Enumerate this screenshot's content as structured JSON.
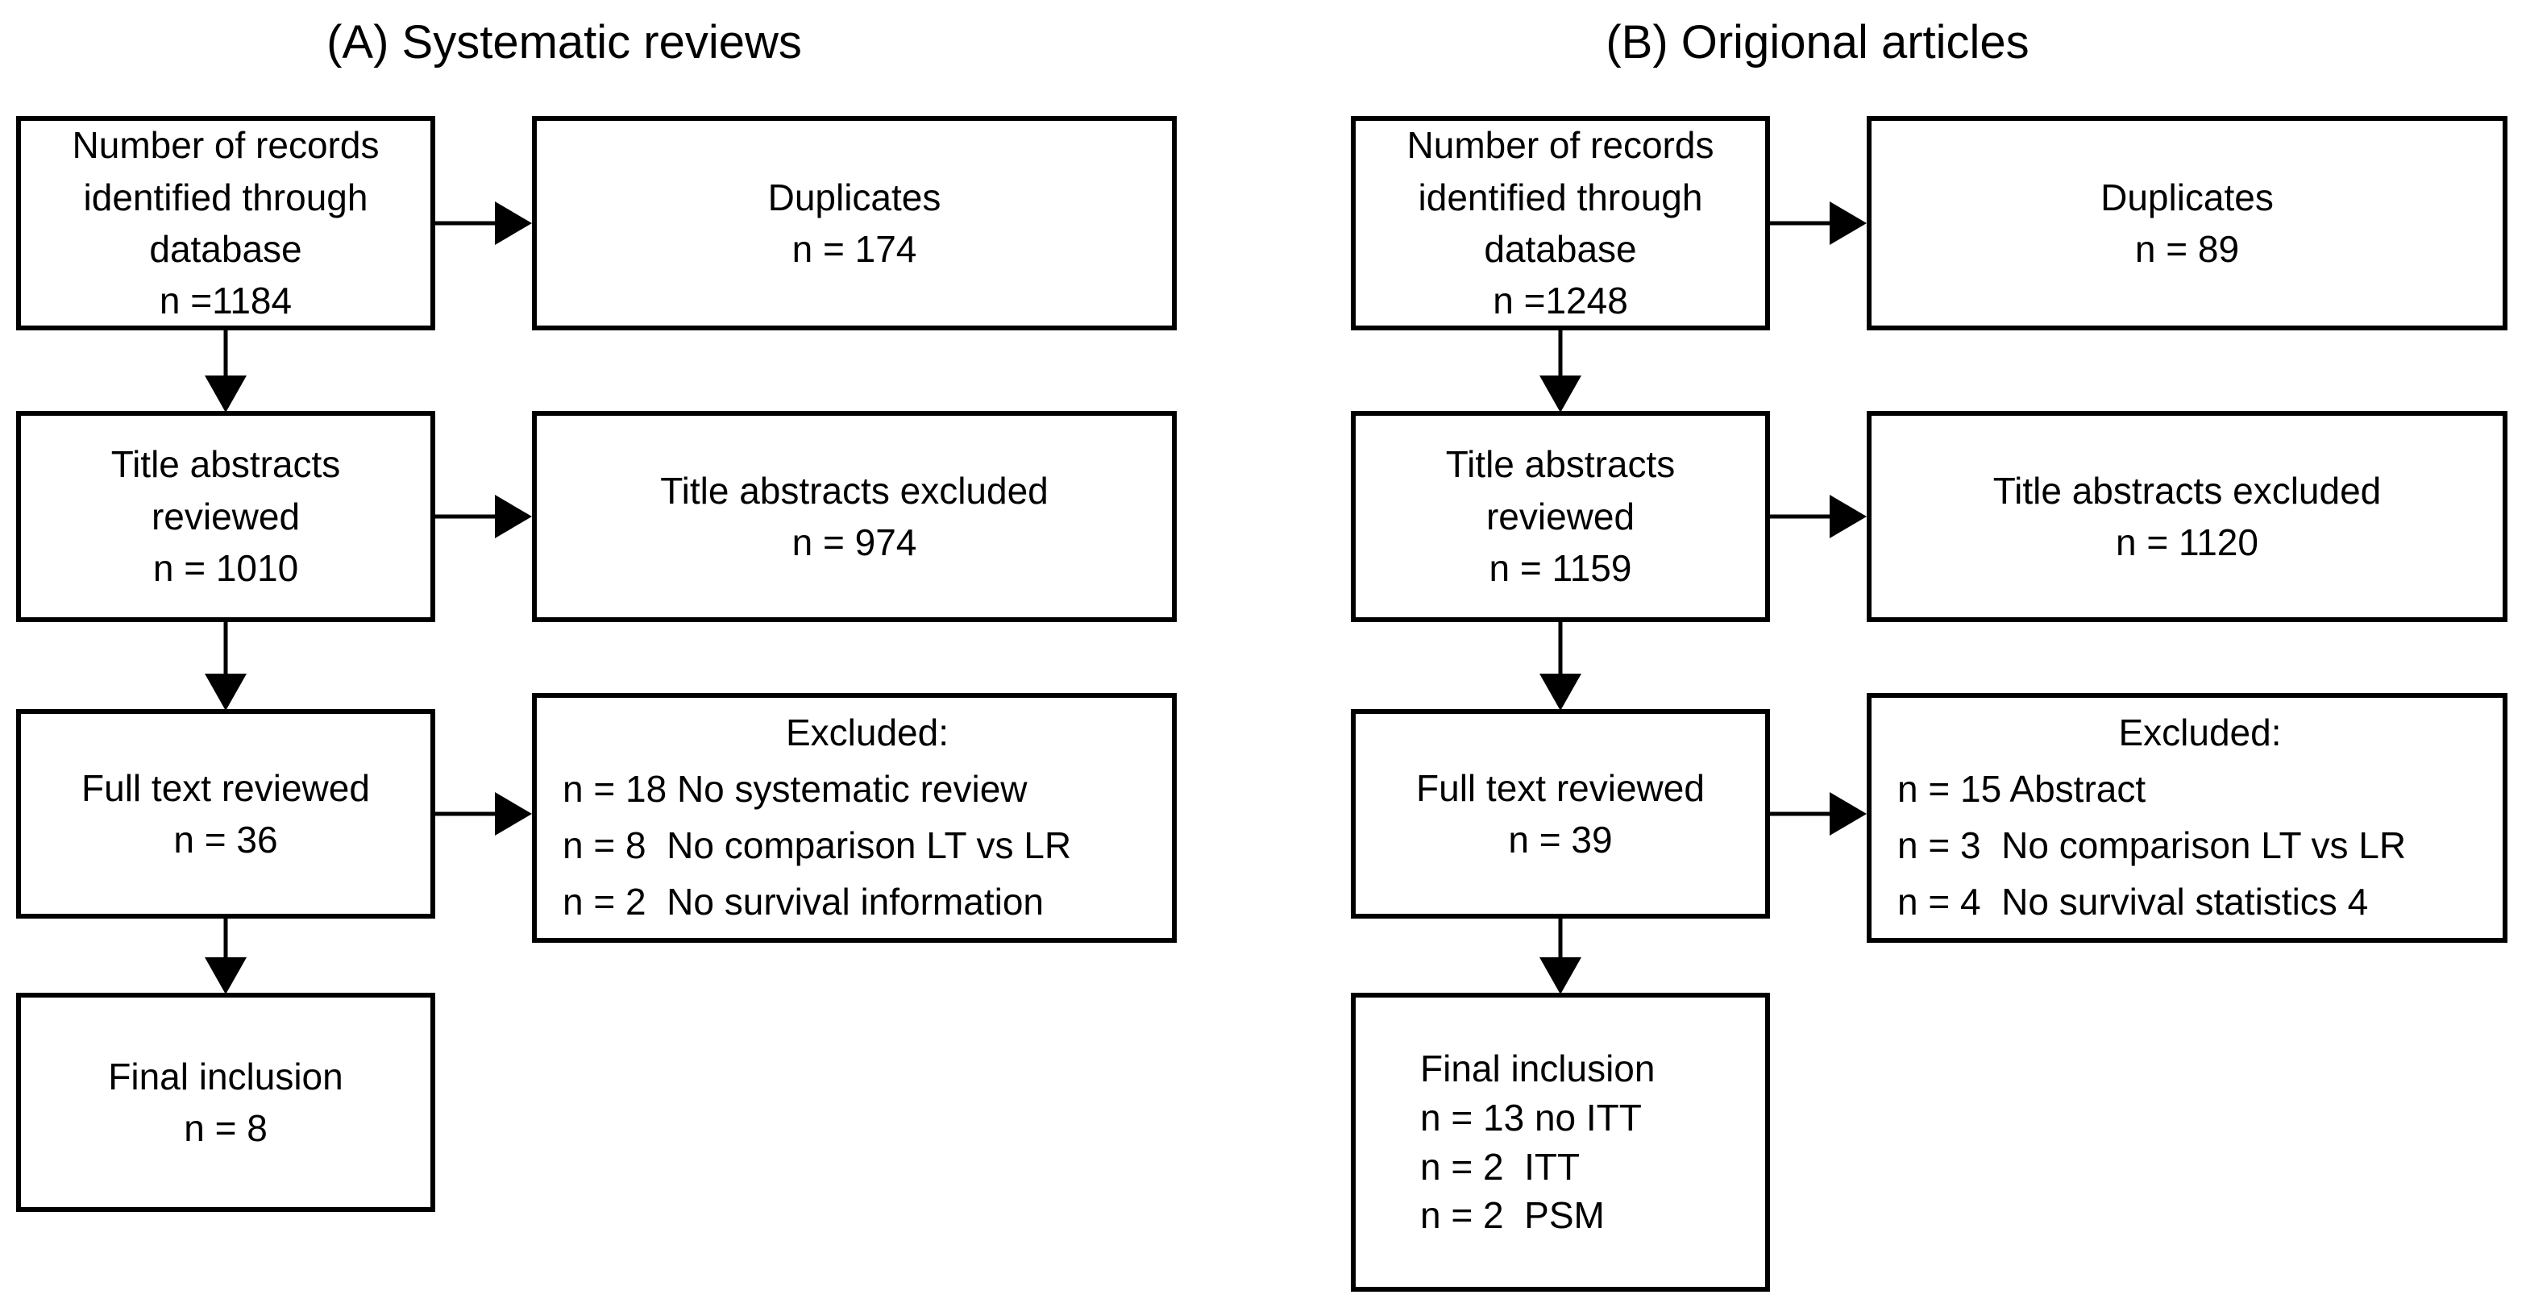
{
  "panel_a": {
    "title": "(A) Systematic reviews",
    "records": [
      "Number of records",
      "identified through",
      "database",
      "n =1184"
    ],
    "duplicates": [
      "Duplicates",
      "n = 174"
    ],
    "title_abstracts": [
      "Title abstracts",
      "reviewed",
      "n = 1010"
    ],
    "title_abstracts_excluded": [
      "Title abstracts excluded",
      "n = 974"
    ],
    "full_text": [
      "Full text reviewed",
      "n = 36"
    ],
    "excluded": [
      "Excluded:",
      "n = 18 No systematic review",
      "n = 8  No comparison LT vs LR",
      "n = 2  No survival information"
    ],
    "final_inclusion": [
      "Final inclusion",
      "n = 8"
    ]
  },
  "panel_b": {
    "title": "(B) Origional articles",
    "records": [
      "Number of records",
      "identified through",
      "database",
      "n =1248"
    ],
    "duplicates": [
      "Duplicates",
      "n = 89"
    ],
    "title_abstracts": [
      "Title abstracts",
      "reviewed",
      "n = 1159"
    ],
    "title_abstracts_excluded": [
      "Title abstracts excluded",
      "n = 1120"
    ],
    "full_text": [
      "Full text reviewed",
      "n = 39"
    ],
    "excluded": [
      "Excluded:",
      "n = 15 Abstract",
      "n = 3  No comparison LT vs LR",
      "n = 4  No survival statistics 4"
    ],
    "final_inclusion": [
      "Final inclusion",
      "n = 13 no ITT",
      "n = 2  ITT",
      "n = 2  PSM"
    ]
  },
  "colors": {
    "line": "#000000",
    "background": "#ffffff"
  }
}
